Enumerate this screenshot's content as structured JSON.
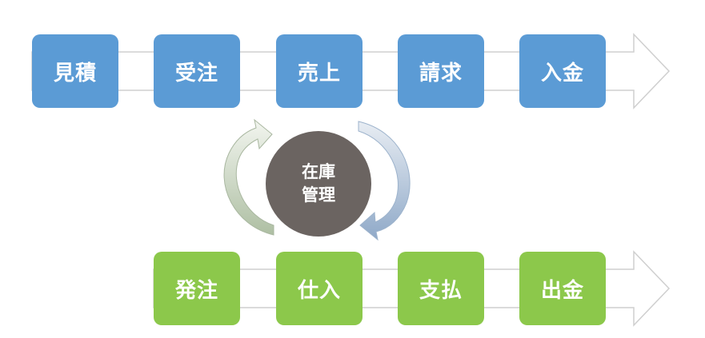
{
  "sales_flow": {
    "steps": [
      "見積",
      "受注",
      "売上",
      "請求",
      "入金"
    ]
  },
  "purchase_flow": {
    "steps": [
      "発注",
      "仕入",
      "支払",
      "出金"
    ]
  },
  "inventory": {
    "line1": "在庫",
    "line2": "管理"
  },
  "colors": {
    "sales": "#5b9bd5",
    "purchase": "#8cc84b",
    "inventory": "#6b6461"
  }
}
